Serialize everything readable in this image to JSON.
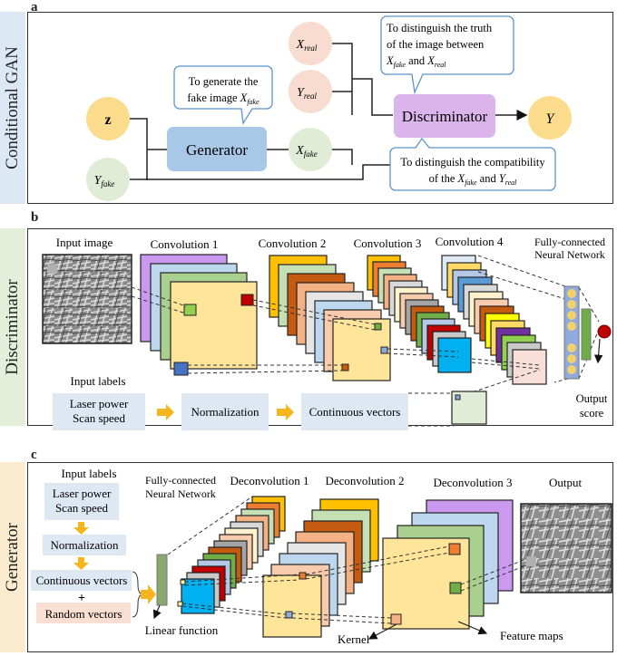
{
  "panels": {
    "a": {
      "letter": "a",
      "side_label": "Conditional GAN",
      "nodes": {
        "z": "z",
        "y_fake": {
          "base": "Y",
          "sub": "fake"
        },
        "generator": "Generator",
        "x_real": {
          "base": "X",
          "sub": "real"
        },
        "y_real": {
          "base": "Y",
          "sub": "real"
        },
        "x_fake": {
          "base": "X",
          "sub": "fake"
        },
        "discriminator": "Discriminator",
        "y_out": "Y"
      },
      "callouts": {
        "generator": [
          "To generate the",
          "fake image "
        ],
        "truth": [
          "To distinguish the truth",
          "of the image between",
          " and "
        ],
        "compat": [
          "To distinguish the compatibility",
          "of the ",
          " and "
        ]
      }
    },
    "b": {
      "letter": "b",
      "side_label": "Discriminator",
      "labels": {
        "input_image": "Input image",
        "conv1": "Convolution 1",
        "conv2": "Convolution 2",
        "conv3": "Convolution 3",
        "conv4": "Convolution 4",
        "fc_line1": "Fully-connected",
        "fc_line2": "Neural Network",
        "input_labels": "Input labels",
        "laser_power": "Laser power",
        "scan_speed": "Scan speed",
        "normalization": "Normalization",
        "continuous_vectors": "Continuous vectors",
        "output_line1": "Output",
        "output_line2": "score"
      }
    },
    "c": {
      "letter": "c",
      "side_label": "Generator",
      "labels": {
        "input_labels": "Input labels",
        "laser_power": "Laser power",
        "scan_speed": "Scan speed",
        "normalization": "Normalization",
        "continuous_vectors": "Continuous vectors",
        "plus": "+",
        "random_vectors": "Random vectors",
        "fc_line1": "Fully-connected",
        "fc_line2": "Neural Network",
        "linear_function": "Linear function",
        "deconv1": "Deconvolution 1",
        "deconv2": "Deconvolution 2",
        "deconv3": "Deconvolution 3",
        "output": "Output",
        "kernel": "Kernel",
        "feature_maps": "Feature maps"
      }
    }
  },
  "colors": {
    "tab_a": "#dce9f5",
    "tab_b": "#e3efd9",
    "tab_c": "#fbecd0",
    "node_orange": "#fbdc8c",
    "node_pink": "#f8dccf",
    "node_green": "#e0ecd6",
    "generator_box": "#a9c8e8",
    "discriminator_box": "#dcb4ec",
    "callout_border": "#5b95cf",
    "label_box": "#dde8f3",
    "random_box": "#f8dfd2",
    "arrow_orange": "#f6b51c",
    "feature_yellow": "#ffe59a",
    "output_red": "#c00000"
  }
}
